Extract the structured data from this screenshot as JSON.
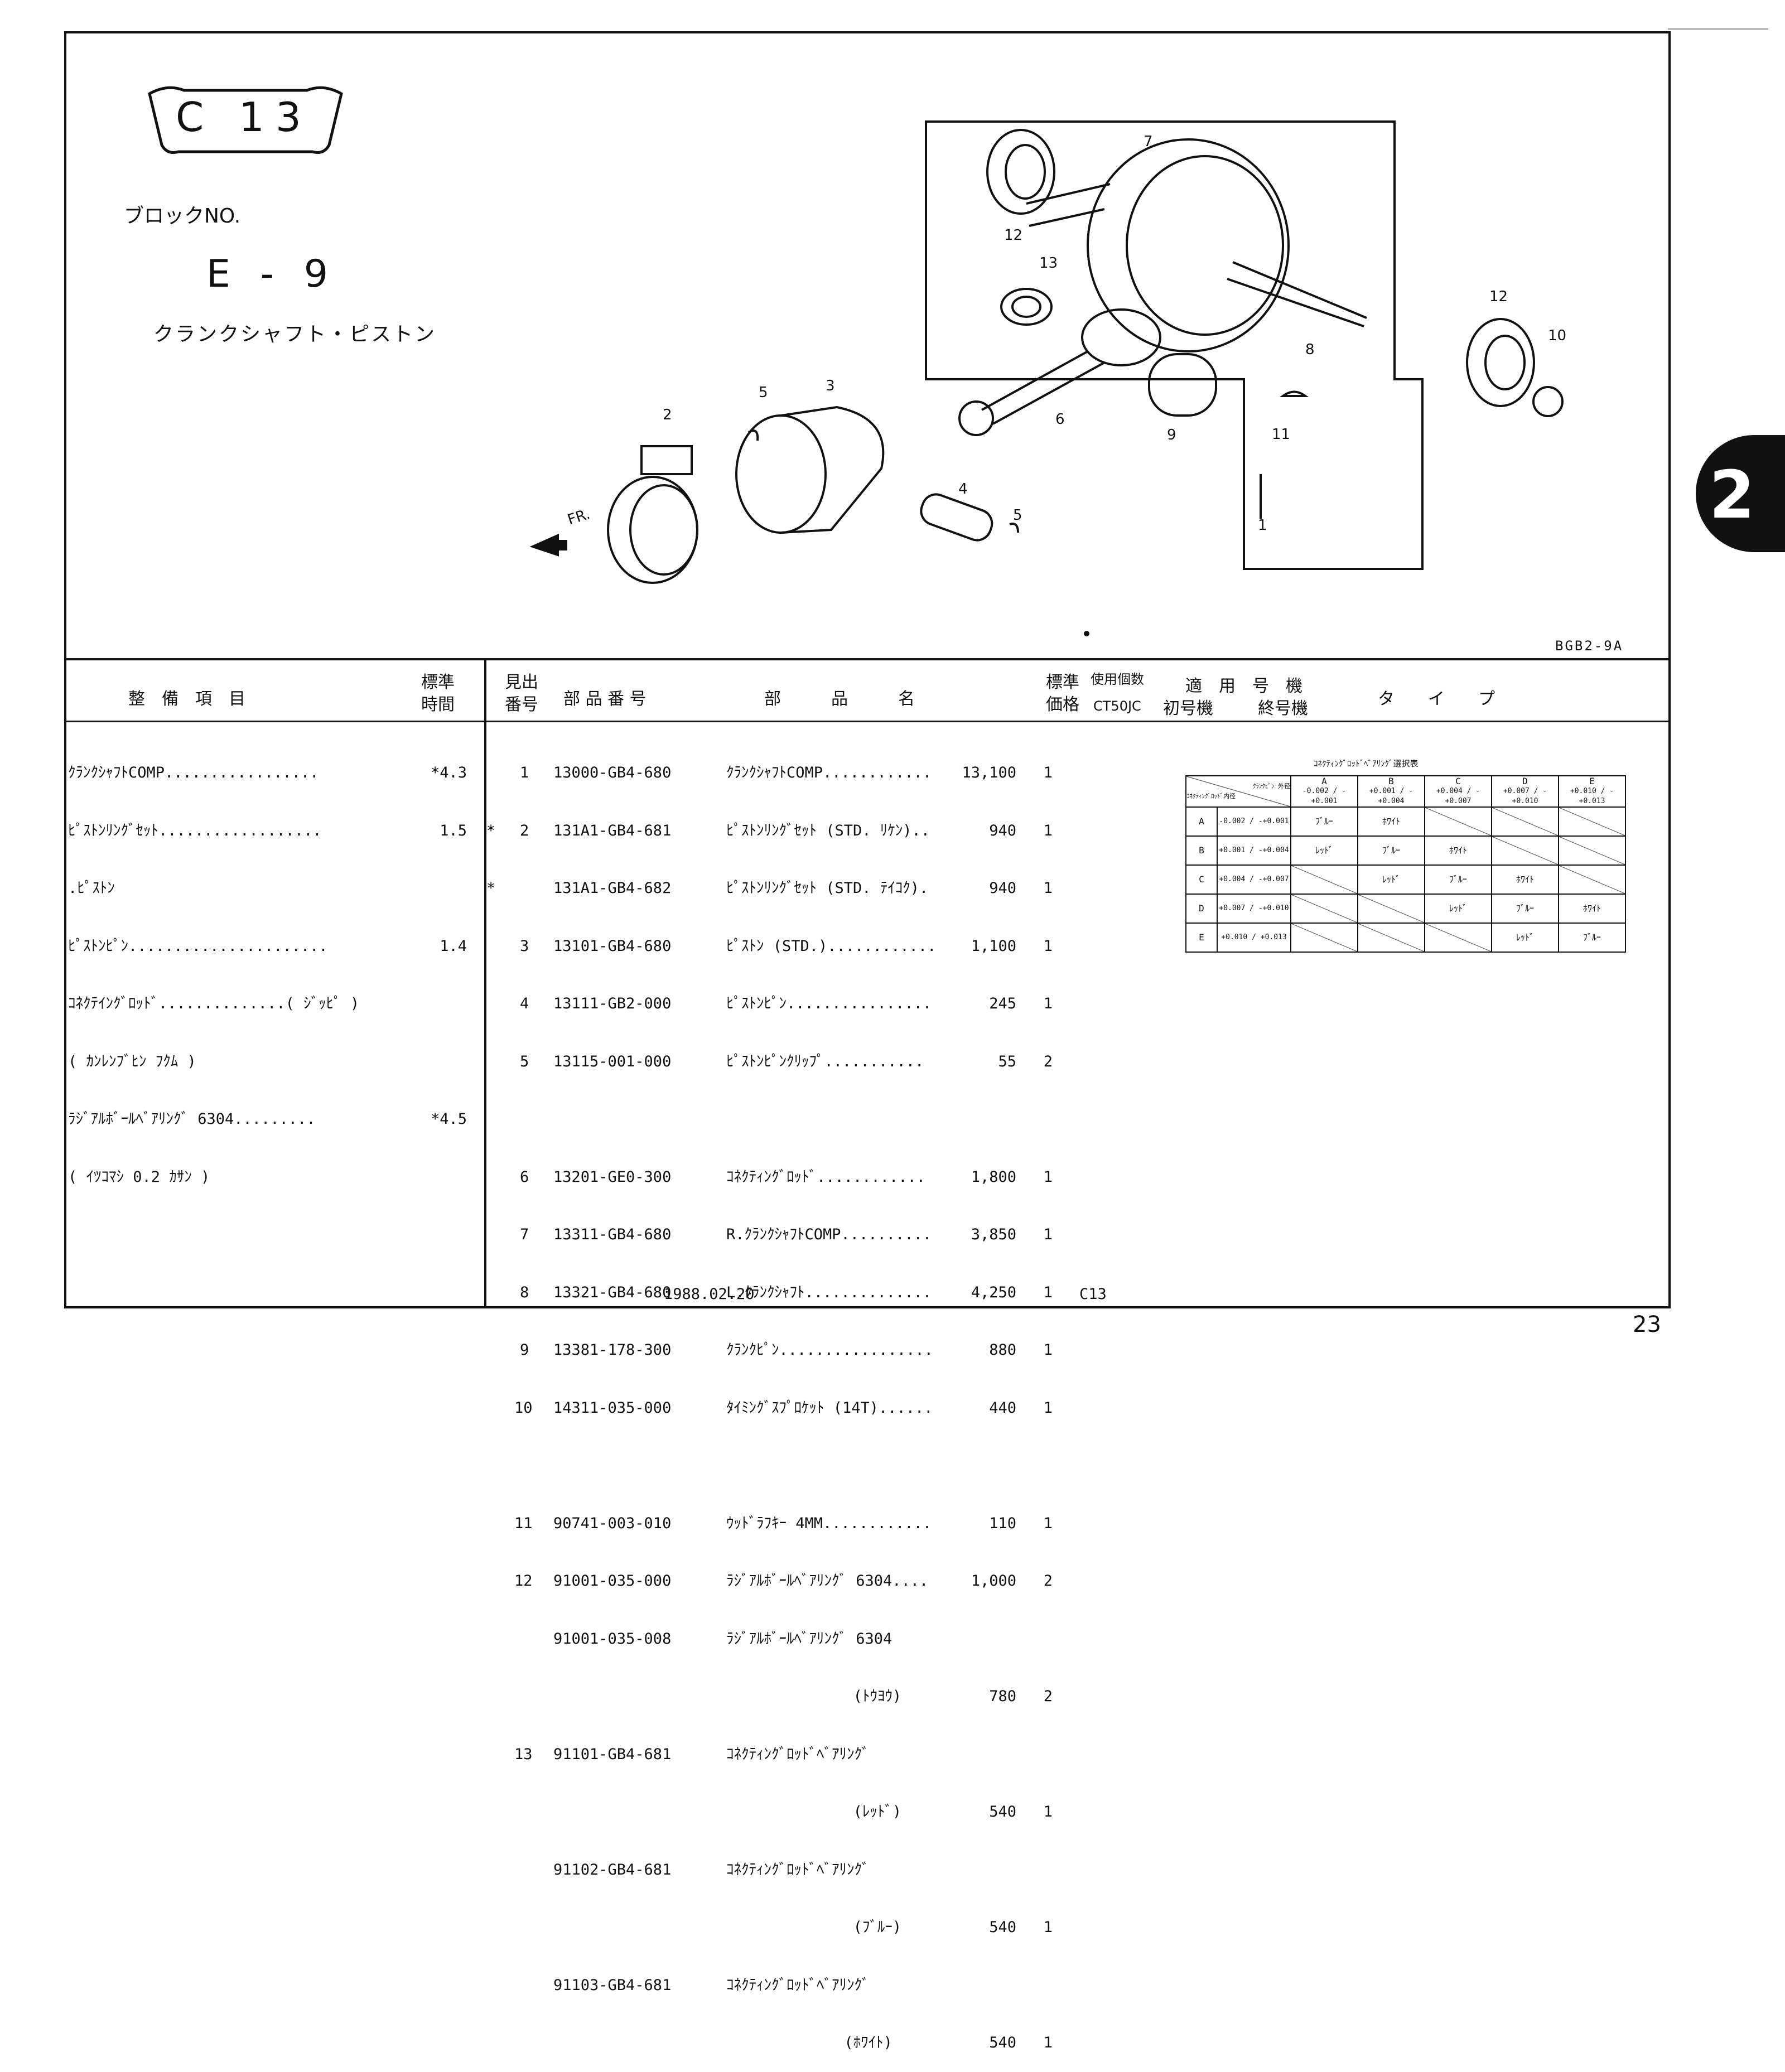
{
  "block": {
    "plate": "C 13",
    "block_no_label": "ブロックNO.",
    "block_id": "E - 9",
    "title": "クランクシャフト・ピストン"
  },
  "illustration": {
    "code": "BGB2-9A",
    "front_mark": "FR.",
    "callouts": [
      "7",
      "12",
      "13",
      "8",
      "12",
      "10",
      "11",
      "9",
      "6",
      "3",
      "5",
      "2",
      "4",
      "5",
      "1"
    ]
  },
  "section_tab": "2",
  "headers": {
    "maint_item": "整　備　項　目",
    "std_time_1": "標準",
    "std_time_2": "時間",
    "ref_no_1": "見出",
    "ref_no_2": "番号",
    "part_no": "部 品 番 号",
    "part_name": "部　　　品　　　名",
    "price_1": "標準",
    "price_2": "価格",
    "qty_1": "使用個数",
    "qty_2": "CT50JC",
    "applic_1": "適　用　号　機",
    "applic_first": "初号機",
    "applic_last": "終号機",
    "type": "タ　　イ　　プ"
  },
  "maintenance": [
    {
      "item": "ｸﾗﾝｸｼｬﾌﾄCOMP.................",
      "time": "*4.3"
    },
    {
      "item": "ﾋﾟｽﾄﾝﾘﾝｸﾞｾｯﾄ..................",
      "time": "1.5"
    },
    {
      "item": ".ﾋﾟｽﾄﾝ",
      "time": ""
    },
    {
      "item": "ﾋﾟｽﾄﾝﾋﾟﾝ......................",
      "time": "1.4"
    },
    {
      "item": "ｺﾈｸﾃｲﾝｸﾞﾛｯﾄﾞ..............( ｼﾞｯﾋﾟ )",
      "time": ""
    },
    {
      "item": "( ｶﾝﾚﾝﾌﾞﾋﾝ ﾌｸﾑ )",
      "time": ""
    },
    {
      "item": "ﾗｼﾞｱﾙﾎﾞｰﾙﾍﾞｱﾘﾝｸﾞ 6304.........",
      "time": "*4.5"
    },
    {
      "item": "( ｲﾂｺﾏｼ 0.2 ｶｻﾝ )",
      "time": ""
    }
  ],
  "parts": [
    {
      "mark": "",
      "ref": "1",
      "part_no": "13000-GB4-680",
      "name": "ｸﾗﾝｸｼｬﾌﾄCOMP............",
      "price": "13,100",
      "qty": "1"
    },
    {
      "mark": "*",
      "ref": "2",
      "part_no": "131A1-GB4-681",
      "name": "ﾋﾟｽﾄﾝﾘﾝｸﾞｾｯﾄ (STD. ﾘｹﾝ)..",
      "price": "940",
      "qty": "1"
    },
    {
      "mark": "*",
      "ref": "",
      "part_no": "131A1-GB4-682",
      "name": "ﾋﾟｽﾄﾝﾘﾝｸﾞｾｯﾄ (STD. ﾃｲｺｸ).",
      "price": "940",
      "qty": "1"
    },
    {
      "mark": "",
      "ref": "3",
      "part_no": "13101-GB4-680",
      "name": "ﾋﾟｽﾄﾝ (STD.)............",
      "price": "1,100",
      "qty": "1"
    },
    {
      "mark": "",
      "ref": "4",
      "part_no": "13111-GB2-000",
      "name": "ﾋﾟｽﾄﾝﾋﾟﾝ................",
      "price": "245",
      "qty": "1"
    },
    {
      "mark": "",
      "ref": "5",
      "part_no": "13115-001-000",
      "name": "ﾋﾟｽﾄﾝﾋﾟﾝｸﾘｯﾌﾟ...........",
      "price": "55",
      "qty": "2"
    },
    {
      "mark": "",
      "ref": "",
      "part_no": "",
      "name": "",
      "price": "",
      "qty": ""
    },
    {
      "mark": "",
      "ref": "6",
      "part_no": "13201-GE0-300",
      "name": "ｺﾈｸﾃｨﾝｸﾞﾛｯﾄﾞ............",
      "price": "1,800",
      "qty": "1"
    },
    {
      "mark": "",
      "ref": "7",
      "part_no": "13311-GB4-680",
      "name": "R.ｸﾗﾝｸｼｬﾌﾄCOMP..........",
      "price": "3,850",
      "qty": "1"
    },
    {
      "mark": "",
      "ref": "8",
      "part_no": "13321-GB4-680",
      "name": "L.ｸﾗﾝｸｼｬﾌﾄ..............",
      "price": "4,250",
      "qty": "1"
    },
    {
      "mark": "",
      "ref": "9",
      "part_no": "13381-178-300",
      "name": "ｸﾗﾝｸﾋﾟﾝ.................",
      "price": "880",
      "qty": "1"
    },
    {
      "mark": "",
      "ref": "10",
      "part_no": "14311-035-000",
      "name": "ﾀｲﾐﾝｸﾞｽﾌﾟﾛｹｯﾄ (14T)......",
      "price": "440",
      "qty": "1"
    },
    {
      "mark": "",
      "ref": "",
      "part_no": "",
      "name": "",
      "price": "",
      "qty": ""
    },
    {
      "mark": "",
      "ref": "11",
      "part_no": "90741-003-010",
      "name": "ｳｯﾄﾞﾗﾌｷｰ 4MM............",
      "price": "110",
      "qty": "1"
    },
    {
      "mark": "",
      "ref": "12",
      "part_no": "91001-035-000",
      "name": "ﾗｼﾞｱﾙﾎﾞｰﾙﾍﾞｱﾘﾝｸﾞ 6304....",
      "price": "1,000",
      "qty": "2"
    },
    {
      "mark": "",
      "ref": "",
      "part_no": "91001-035-008",
      "name": "ﾗｼﾞｱﾙﾎﾞｰﾙﾍﾞｱﾘﾝｸﾞ 6304",
      "price": "",
      "qty": ""
    },
    {
      "mark": "",
      "ref": "",
      "part_no": "",
      "name": "              (ﾄｳﾖｳ)",
      "price": "780",
      "qty": "2"
    },
    {
      "mark": "",
      "ref": "13",
      "part_no": "91101-GB4-681",
      "name": "ｺﾈｸﾃｨﾝｸﾞﾛｯﾄﾞﾍﾞｱﾘﾝｸﾞ",
      "price": "",
      "qty": ""
    },
    {
      "mark": "",
      "ref": "",
      "part_no": "",
      "name": "              (ﾚｯﾄﾞ)",
      "price": "540",
      "qty": "1"
    },
    {
      "mark": "",
      "ref": "",
      "part_no": "91102-GB4-681",
      "name": "ｺﾈｸﾃｨﾝｸﾞﾛｯﾄﾞﾍﾞｱﾘﾝｸﾞ",
      "price": "",
      "qty": ""
    },
    {
      "mark": "",
      "ref": "",
      "part_no": "",
      "name": "              (ﾌﾞﾙｰ)",
      "price": "540",
      "qty": "1"
    },
    {
      "mark": "",
      "ref": "",
      "part_no": "91103-GB4-681",
      "name": "ｺﾈｸﾃｨﾝｸﾞﾛｯﾄﾞﾍﾞｱﾘﾝｸﾞ",
      "price": "",
      "qty": ""
    },
    {
      "mark": "",
      "ref": "",
      "part_no": "",
      "name": "             (ﾎﾜｲﾄ)",
      "price": "540",
      "qty": "1"
    }
  ],
  "selection_table": {
    "title": "ｺﾈｸﾃｨﾝｸﾞﾛｯﾄﾞﾍﾞｱﾘﾝｸﾞ選択表",
    "corner_top": "ｸﾗﾝｸﾋﾟﾝ 外径",
    "corner_bottom": "ｺﾈｸﾃｨﾝｸﾞﾛｯﾄﾞ内径",
    "columns": [
      {
        "code": "A",
        "range": "-0.002 / -+0.001"
      },
      {
        "code": "B",
        "range": "+0.001 / -+0.004"
      },
      {
        "code": "C",
        "range": "+0.004 / -+0.007"
      },
      {
        "code": "D",
        "range": "+0.007 / -+0.010"
      },
      {
        "code": "E",
        "range": "+0.010 / -+0.013"
      }
    ],
    "rows": [
      {
        "code": "A",
        "range": "-0.002 / -+0.001",
        "cells": [
          "ﾌﾞﾙｰ",
          "ﾎﾜｲﾄ",
          "",
          "",
          ""
        ]
      },
      {
        "code": "B",
        "range": "+0.001 / -+0.004",
        "cells": [
          "ﾚｯﾄﾞ",
          "ﾌﾞﾙｰ",
          "ﾎﾜｲﾄ",
          "",
          ""
        ]
      },
      {
        "code": "C",
        "range": "+0.004 / -+0.007",
        "cells": [
          "",
          "ﾚｯﾄﾞ",
          "ﾌﾞﾙｰ",
          "ﾎﾜｲﾄ",
          ""
        ]
      },
      {
        "code": "D",
        "range": "+0.007 / -+0.010",
        "cells": [
          "",
          "",
          "ﾚｯﾄﾞ",
          "ﾌﾞﾙｰ",
          "ﾎﾜｲﾄ"
        ]
      },
      {
        "code": "E",
        "range": "+0.010 / +0.013",
        "cells": [
          "",
          "",
          "",
          "ﾚｯﾄﾞ",
          "ﾌﾞﾙｰ"
        ]
      }
    ]
  },
  "footer": {
    "date": "1988.02.20",
    "code": "C13",
    "page": "23"
  }
}
